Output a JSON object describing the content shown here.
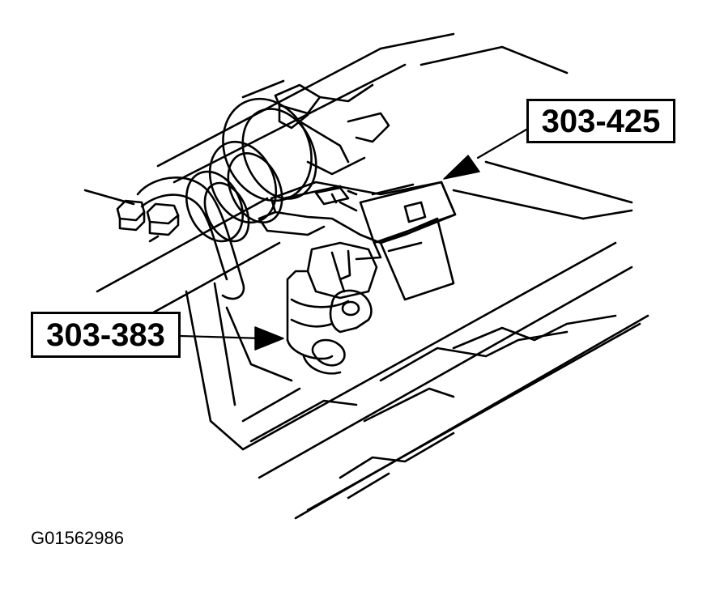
{
  "callouts": {
    "tool_upper": "303-425",
    "tool_lower": "303-383"
  },
  "figure_id": "G01562986",
  "colors": {
    "ink": "#000000",
    "paper": "#ffffff"
  }
}
